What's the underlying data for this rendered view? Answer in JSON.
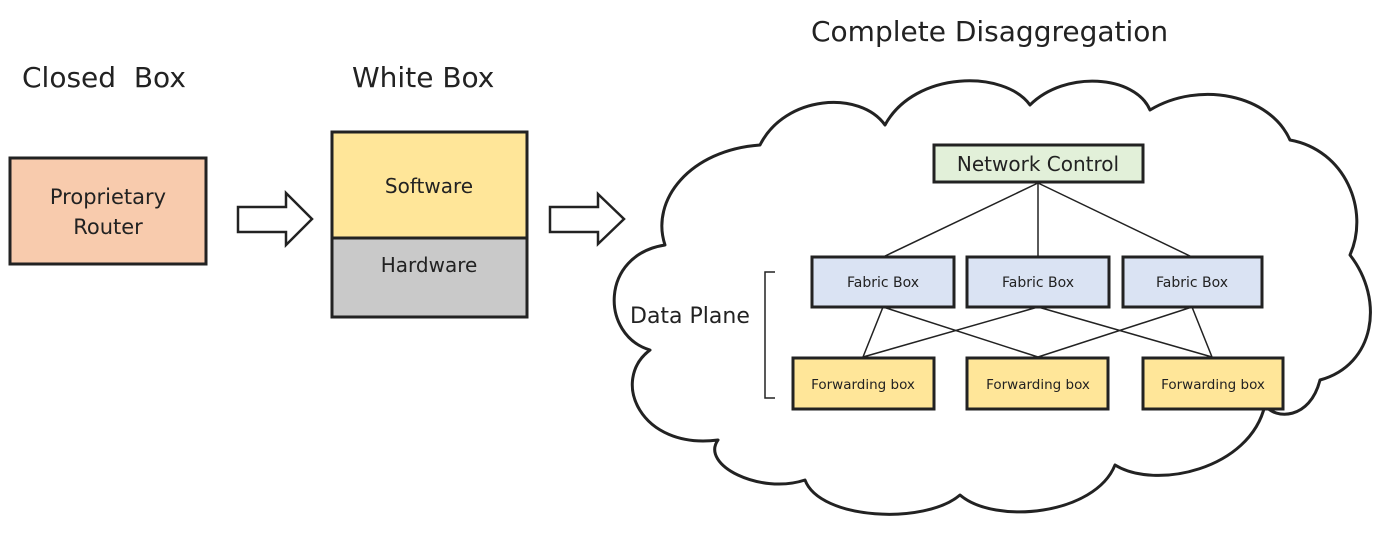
{
  "headings": {
    "closed_box": "Closed  Box",
    "white_box": "White Box",
    "disaggregation": "Complete Disaggregation"
  },
  "closed_box": {
    "line1": "Proprietary",
    "line2": "Router",
    "color": "#F8CBAD"
  },
  "white_box": {
    "software": "Software",
    "hardware": "Hardware",
    "software_color": "#FFE699",
    "hardware_color": "#C9C9C9"
  },
  "disaggregation": {
    "network_control": "Network Control",
    "network_control_color": "#E2F0D9",
    "data_plane": "Data Plane",
    "fabric_boxes": [
      "Fabric Box",
      "Fabric Box",
      "Fabric Box"
    ],
    "fabric_color": "#DAE3F3",
    "forwarding_boxes": [
      "Forwarding box",
      "Forwarding box",
      "Forwarding box"
    ],
    "forwarding_color": "#FFE699"
  }
}
